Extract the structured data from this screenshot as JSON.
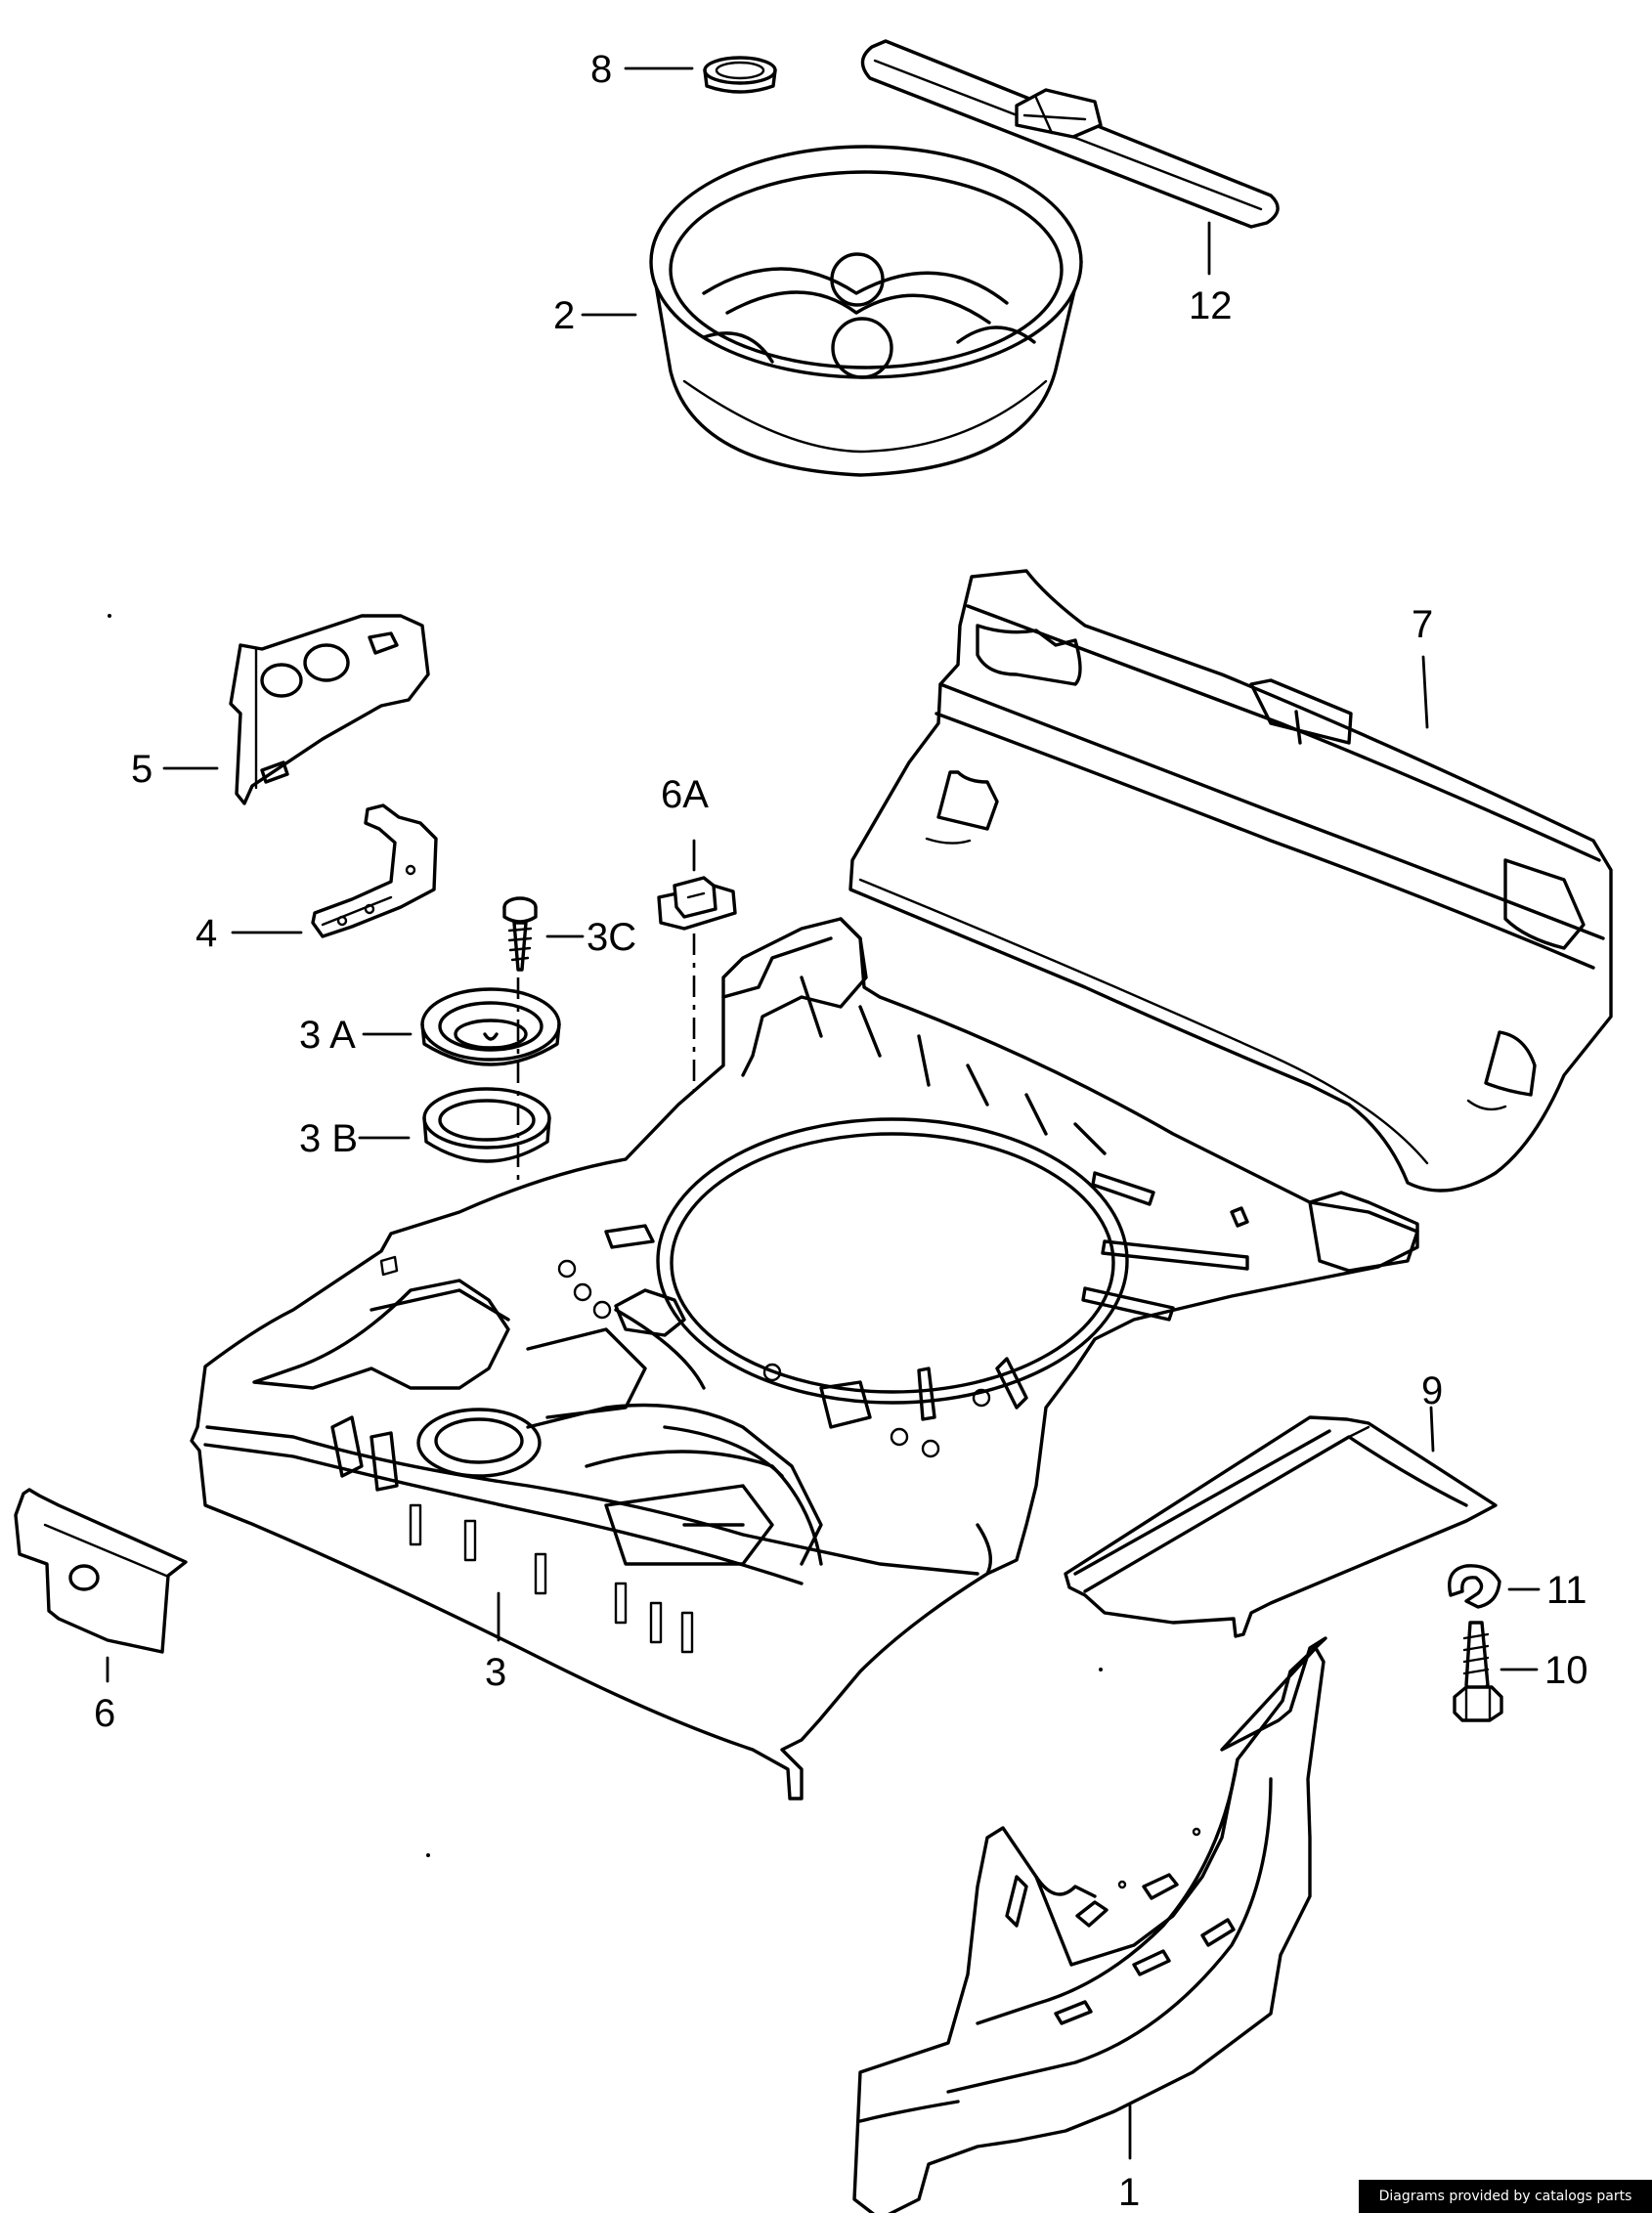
{
  "callouts": {
    "c1": "1",
    "c2": "2",
    "c3": "3",
    "c3a": "3 A",
    "c3b": "3 B",
    "c3c": "3C",
    "c4": "4",
    "c5": "5",
    "c6": "6",
    "c6a": "6A",
    "c7": "7",
    "c8": "8",
    "c9": "9",
    "c10": "10",
    "c11": "11",
    "c12": "12"
  },
  "footer": {
    "credit": "Diagrams provided by catalogs parts"
  },
  "colors": {
    "line": "#000000",
    "background": "#ffffff",
    "credit_bg": "#000000",
    "credit_text": "#ffffff"
  }
}
